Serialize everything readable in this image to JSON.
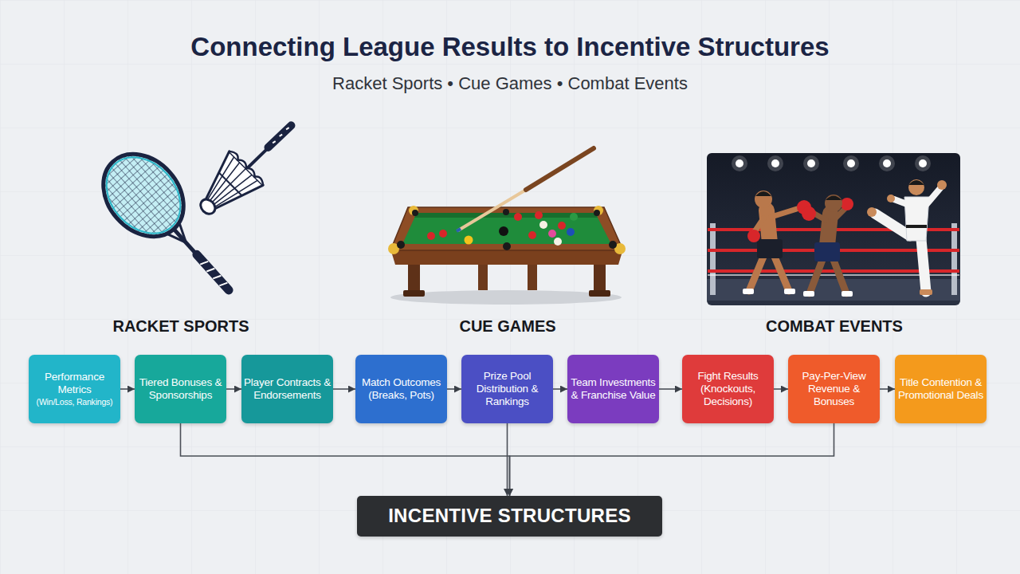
{
  "diagram": {
    "title": "Connecting League Results to Incentive Structures",
    "nodes": [
      {
        "text": [
          "Performance Metrics",
          "(Win/Loss, Rankings)"
        ]
      },
      {
        "text": [
          "Tiered Bonuses & Sponsorships"
        ]
      },
      {
        "text": [
          "Player Contracts & Endorsements"
        ]
      },
      {
        "text": [
          "Match Outcomes (Breaks, Pots)"
        ]
      },
      {
        "text": [
          "Prize Pool Distribution & Rankings"
        ]
      },
      {
        "text": [
          "Team Investments & Franchise Value"
        ]
      },
      {
        "text": [
          "Fight Results (Knockouts, Decisions)"
        ]
      },
      {
        "text": [
          "Pay-Per-View Revenue & Bonuses"
        ]
      },
      {
        "text": [
          "Title Contention & Promotional Deals"
        ]
      },
      {
        "text": [
          "INCENTIVE STRUCTURES"
        ]
      }
    ],
    "edges": [
      {
        "from": 0,
        "to": 1,
        "arrow": "to"
      },
      {
        "from": 1,
        "to": 2,
        "arrow": "to"
      },
      {
        "from": 2,
        "to": 3,
        "arrow": "to"
      },
      {
        "from": 3,
        "to": 4,
        "arrow": "to"
      },
      {
        "from": 4,
        "to": 5,
        "arrow": "to"
      },
      {
        "from": 5,
        "to": 6,
        "arrow": "to"
      },
      {
        "from": 6,
        "to": 7,
        "arrow": "to"
      },
      {
        "from": 7,
        "to": 8,
        "arrow": "to"
      },
      {
        "from": 1,
        "to": 9,
        "arrow": "to"
      },
      {
        "from": 4,
        "to": 9,
        "arrow": "to"
      },
      {
        "from": 7,
        "to": 9,
        "arrow": "to"
      }
    ],
    "labels": [
      "Racket Sports • Cue Games • Combat Events",
      "RACKET SPORTS",
      "CUE GAMES",
      "COMBAT EVENTS"
    ]
  }
}
